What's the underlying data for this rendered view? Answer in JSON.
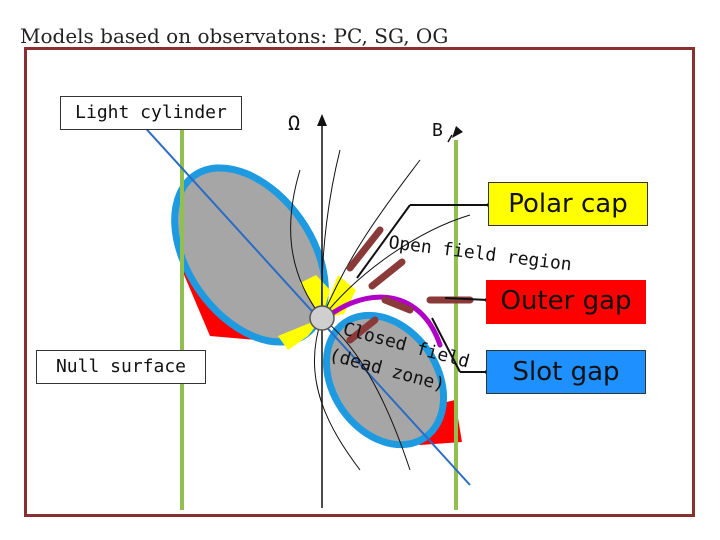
{
  "title": "Models based on observatons: PC, SG, OG",
  "labels": {
    "light_cylinder": "Light cylinder",
    "null_surface": "Null surface",
    "omega": "Ω",
    "b_field": "B",
    "open_field_region": "Open field region",
    "closed_field_zone": [
      "Closed field",
      "(dead zone)"
    ]
  },
  "callouts": {
    "polar_cap": "Polar cap",
    "outer_gap": "Outer gap",
    "slot_gap": "Slot gap"
  },
  "colors": {
    "frame": "#8a3030",
    "light_cylinder_line": "#92c050",
    "polar_cap_box": "#ffff00",
    "outer_gap_box": "#ff0000",
    "slot_gap_box": "#1e90ff",
    "gap_region": "#ff0000",
    "closed_zone": "#a6a6a6",
    "slot_gap_band": "#1e9be0",
    "polar_cap_fill": "#ffff00",
    "slot_gap_curve": "#b000c8",
    "arrows": "#8b3a3a"
  }
}
